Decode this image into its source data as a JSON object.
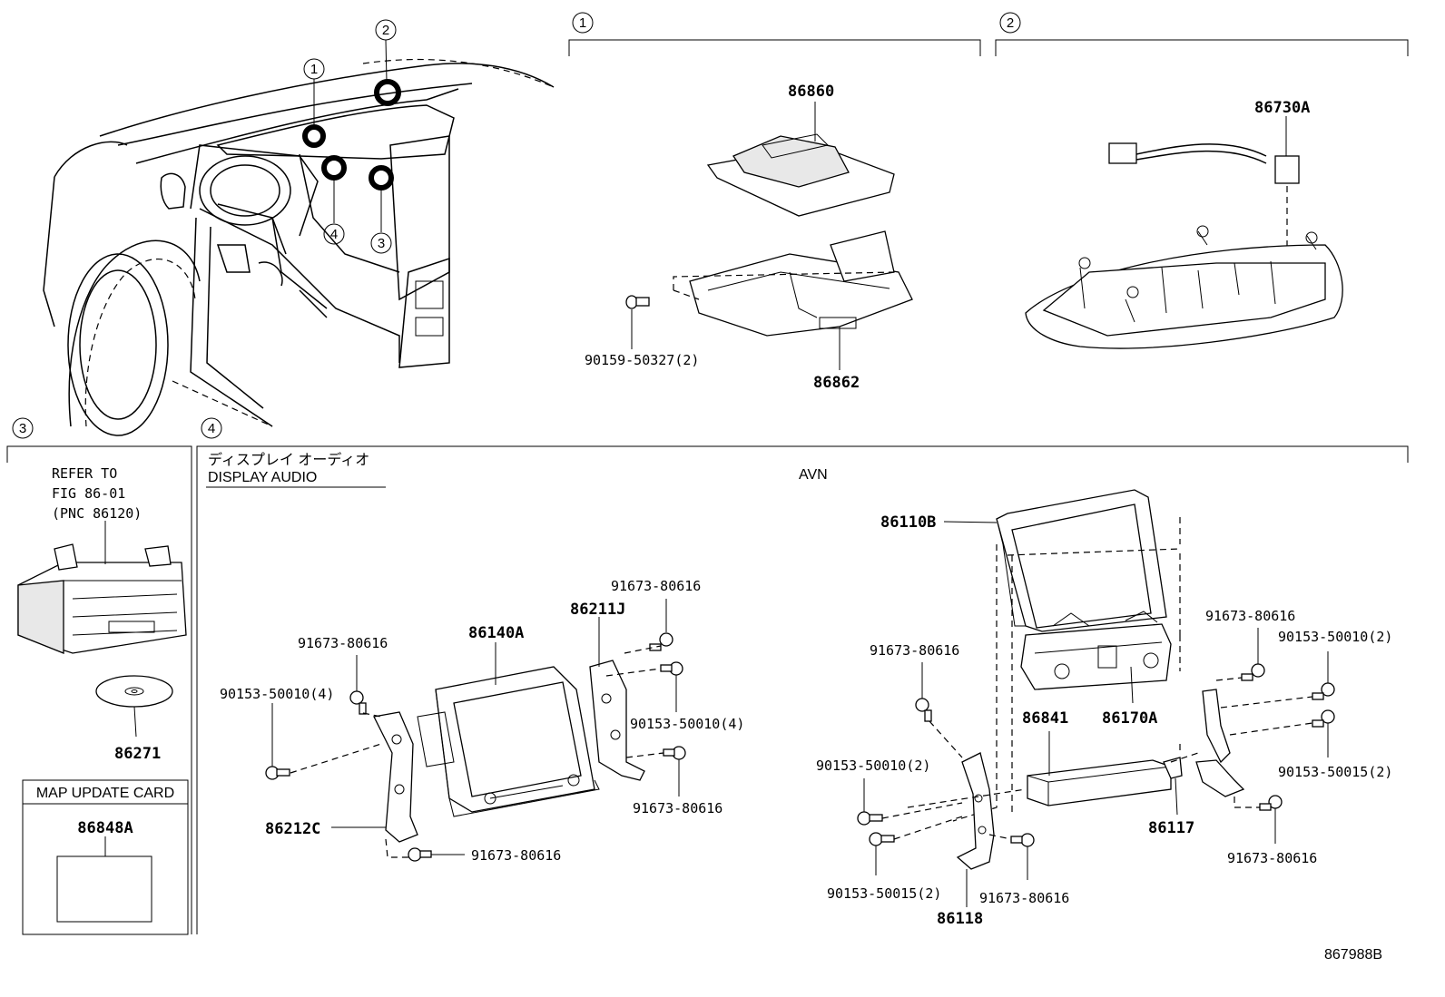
{
  "diagram_id": "867988B",
  "callouts": {
    "c1": "1",
    "c2": "2",
    "c3": "3",
    "c4": "4"
  },
  "sections": {
    "s1": {
      "number": "1"
    },
    "s2": {
      "number": "2"
    },
    "s3": {
      "number": "3",
      "refer_line1": "REFER TO",
      "refer_line2": "FIG 86-01",
      "refer_line3": "(PNC 86120)",
      "disc_part": "86271"
    },
    "s4": {
      "number": "4",
      "display_audio_jp": "ディスプレイ オーディオ",
      "display_audio": "DISPLAY AUDIO",
      "avn": "AVN"
    }
  },
  "map_card": {
    "title": "MAP UPDATE CARD",
    "part": "86848A"
  },
  "parts": {
    "p86860": "86860",
    "p86862": "86862",
    "p90159": "90159-50327(2)",
    "p86730A": "86730A",
    "p86140A": "86140A",
    "p86211J": "86211J",
    "p86212C": "86212C",
    "da_screw_a": "91673-80616",
    "da_screw_b": "91673-80616",
    "da_screw_c": "91673-80616",
    "da_screw_d": "91673-80616",
    "da_bolt_a": "90153-50010(4)",
    "da_bolt_b": "90153-50010(4)",
    "p86110B": "86110B",
    "p86170A": "86170A",
    "p86841": "86841",
    "p86117": "86117",
    "p86118": "86118",
    "avn_screw_a": "91673-80616",
    "avn_screw_b": "91673-80616",
    "avn_screw_c": "91673-80616",
    "avn_screw_d": "91673-80616",
    "avn_bolt_a": "90153-50010(2)",
    "avn_bolt_b": "90153-50010(2)",
    "avn_bolt_c": "90153-50015(2)",
    "avn_bolt_d": "90153-50015(2)"
  }
}
